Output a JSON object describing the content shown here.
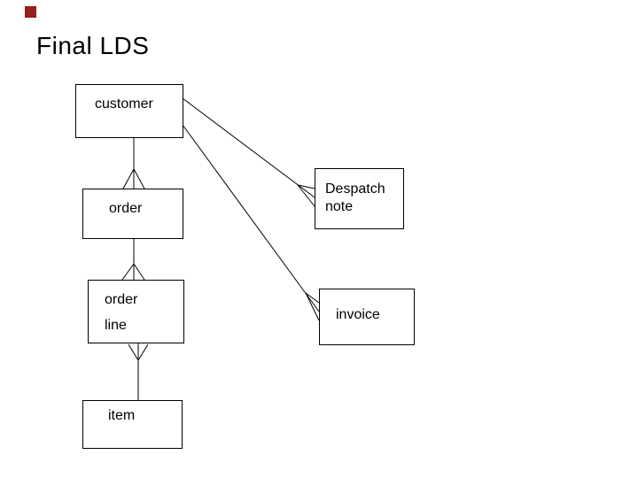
{
  "title": "Final LDS",
  "decor": {
    "red_square_color": "#931f1f"
  },
  "colors": {
    "line": "#000000",
    "text": "#000000",
    "background": "#ffffff"
  },
  "entities": [
    {
      "id": "customer",
      "lines": [
        "customer"
      ]
    },
    {
      "id": "order",
      "lines": [
        "order"
      ]
    },
    {
      "id": "order-line",
      "lines": [
        "order",
        "line"
      ]
    },
    {
      "id": "item",
      "lines": [
        "item"
      ]
    },
    {
      "id": "despatch-note",
      "lines": [
        "Despatch",
        "note"
      ]
    },
    {
      "id": "invoice",
      "lines": [
        "invoice"
      ]
    }
  ],
  "relationships": [
    {
      "from": "customer",
      "to": "order",
      "cardinality": "one-to-many",
      "crows_foot_at": "order"
    },
    {
      "from": "order",
      "to": "order line",
      "cardinality": "one-to-many",
      "crows_foot_at": "order line"
    },
    {
      "from": "item",
      "to": "order line",
      "cardinality": "one-to-many",
      "crows_foot_at": "order line"
    },
    {
      "from": "customer",
      "to": "Despatch note",
      "cardinality": "one-to-many",
      "crows_foot_at": "Despatch note"
    },
    {
      "from": "customer",
      "to": "invoice",
      "cardinality": "one-to-many",
      "crows_foot_at": "invoice"
    }
  ]
}
